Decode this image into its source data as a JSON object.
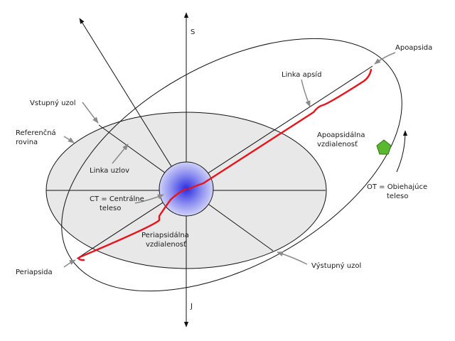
{
  "labels": {
    "north": "S",
    "south": "J",
    "apoapsis": "Apoapsida",
    "line_of_apsides": "Linka apsíd",
    "ascending_node": "Vstupný uzol",
    "reference_plane_1": "Referenčná",
    "reference_plane_2": "rovina",
    "line_of_nodes": "Linka uzlov",
    "apoapsis_distance_1": "Apoapsidálna",
    "apoapsis_distance_2": "vzdialenosť",
    "orbiting_body_1": "OT = Obiehajúce",
    "orbiting_body_2": "teleso",
    "central_body_1": "CT = Centrálne",
    "central_body_2": "teleso",
    "periapsis_distance_1": "Periapsidálna",
    "periapsis_distance_2": "vzdialenosť",
    "periapsis": "Periapsida",
    "descending_node": "Výstupný uzol"
  },
  "colors": {
    "reference_plane_fill": "#e8e8e8",
    "distance_brace": "#e8141b",
    "orbiting_body": "#59b82e",
    "central_body_core": "#2a2ae0",
    "central_body_edge": "#cfd1f8",
    "leader_arrow": "#8a8a8a"
  },
  "icons": {
    "orbiting_body": "pentagon",
    "central_body": "radial-gradient-disc"
  }
}
